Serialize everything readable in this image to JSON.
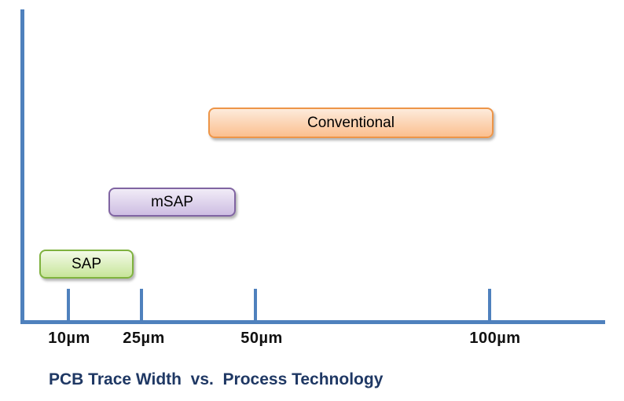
{
  "title": {
    "text": "PCB Trace Width  vs.  Process Technology"
  },
  "colors": {
    "axis_blue": "#4F81BD",
    "title_navy": "#1F3864",
    "tick_label_black": "#111111",
    "sap_fill_top": "#F3FAE7",
    "sap_fill_bottom": "#C7E59A",
    "sap_border": "#7FB23F",
    "msap_fill_top": "#F1ECF7",
    "msap_fill_bottom": "#CDBDE2",
    "msap_border": "#8064A2",
    "conventional_fill_top": "#FDEBDB",
    "conventional_fill_bottom": "#FBBF8F",
    "conventional_border": "#ED9548"
  },
  "chart_data": {
    "type": "bar",
    "subtype": "horizontal-range",
    "title": "PCB Trace Width vs. Process Technology",
    "xlabel": "",
    "ylabel": "",
    "x_unit": "µm",
    "x_axis_range_um": [
      0,
      124
    ],
    "x_ticks": [
      {
        "label": "10µm",
        "value": 10
      },
      {
        "label": "25µm",
        "value": 25
      },
      {
        "label": "50µm",
        "value": 50
      },
      {
        "label": "100µm",
        "value": 100
      }
    ],
    "series": [
      {
        "name": "SAP",
        "range_um": [
          4,
          23
        ],
        "color": "#C7E59A"
      },
      {
        "name": "mSAP",
        "range_um": [
          19,
          45
        ],
        "color": "#CDBDE2"
      },
      {
        "name": "Conventional",
        "range_um": [
          40,
          100
        ],
        "color": "#FBBF8F"
      }
    ],
    "grid": false,
    "legend": "none"
  }
}
